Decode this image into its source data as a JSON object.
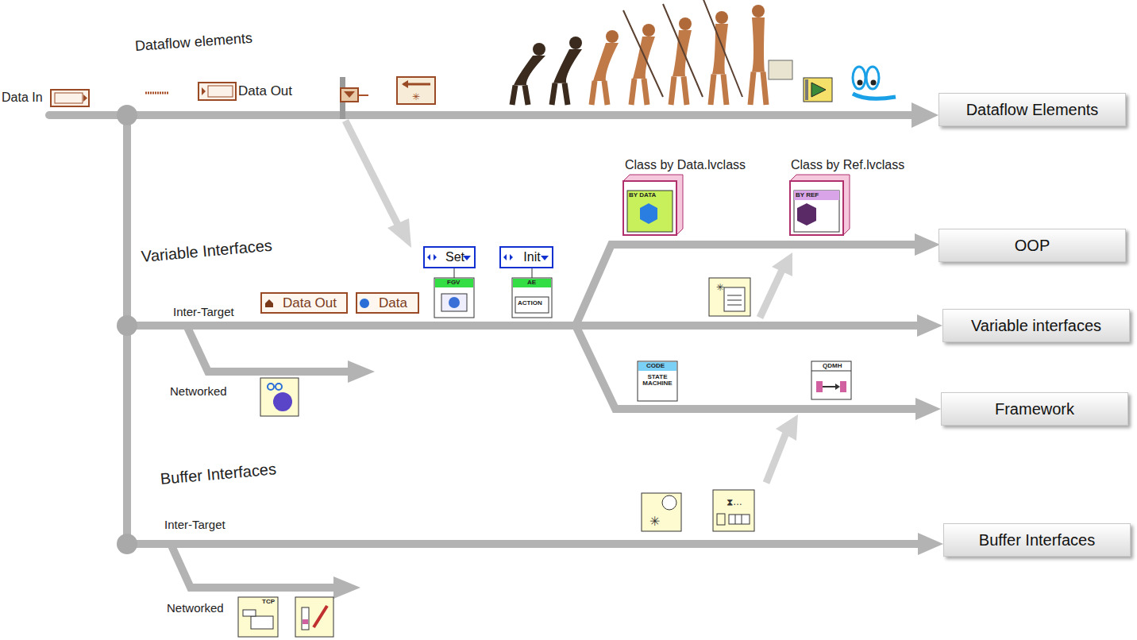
{
  "diagram": {
    "nodes": [
      {
        "text": [
          "Dataflow Elements"
        ]
      },
      {
        "text": [
          "OOP"
        ]
      },
      {
        "text": [
          "Set"
        ]
      },
      {
        "text": [
          "Init"
        ]
      },
      {
        "text": [
          "Data Out"
        ]
      },
      {
        "text": [
          "Data"
        ]
      },
      {
        "text": [
          "Variable interfaces"
        ]
      },
      {
        "text": [
          "Framework"
        ]
      },
      {
        "text": [
          "Buffer Interfaces"
        ]
      }
    ],
    "labels": [
      "Data In",
      "Dataflow elements",
      "Data Out",
      "Class by Data.lvclass",
      "Class by Ref.lvclass",
      "BY DATA",
      "BY REF",
      "Variable Interfaces",
      "Inter-Target",
      "FGV",
      "AE",
      "ACTION",
      "Networked",
      "CODE",
      "STATE MACHINE",
      "QDMH",
      "Buffer Interfaces",
      "Inter-Target",
      "Networked",
      "TCP"
    ]
  }
}
